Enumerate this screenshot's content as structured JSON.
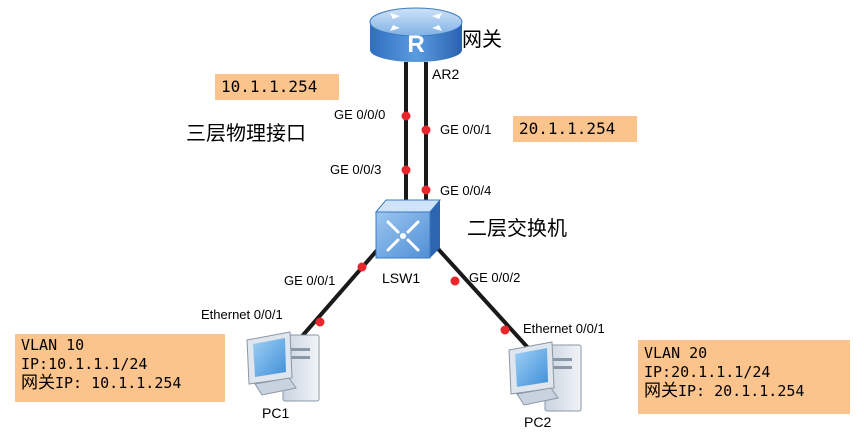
{
  "nodes": {
    "router": {
      "name": "AR2",
      "role_label": "网关"
    },
    "switch": {
      "name": "LSW1",
      "role_label": "二层交换机"
    },
    "pc1": {
      "name": "PC1"
    },
    "pc2": {
      "name": "PC2"
    }
  },
  "ports": {
    "ar2_ge000": "GE 0/0/0",
    "ar2_ge001": "GE 0/0/1",
    "sw_ge003": "GE 0/0/3",
    "sw_ge004": "GE 0/0/4",
    "sw_ge001": "GE 0/0/1",
    "sw_ge002": "GE 0/0/2",
    "pc1_eth": "Ethernet 0/0/1",
    "pc2_eth": "Ethernet 0/0/1"
  },
  "annotations": {
    "gateway_ip_10": "10.1.1.254",
    "gateway_ip_20": "20.1.1.254",
    "l3_interface": "三层物理接口"
  },
  "pc1_info": {
    "vlan": "VLAN 10",
    "ip": "IP:10.1.1.1/24",
    "gw_prefix": "网关",
    "gw_suffix": "IP: 10.1.1.254"
  },
  "pc2_info": {
    "vlan": "VLAN 20",
    "ip": "IP:20.1.1.1/24",
    "gw_prefix": "网关",
    "gw_suffix": "IP: 20.1.1.254"
  },
  "colors": {
    "link": "#1a1a1a",
    "port_dot": "#e8262b",
    "annotation_bg": "#fbc48c",
    "device_blue": "#4a8fd6"
  },
  "icons": {
    "router": "router-icon",
    "switch": "l2-switch-icon",
    "pc": "desktop-pc-icon"
  }
}
